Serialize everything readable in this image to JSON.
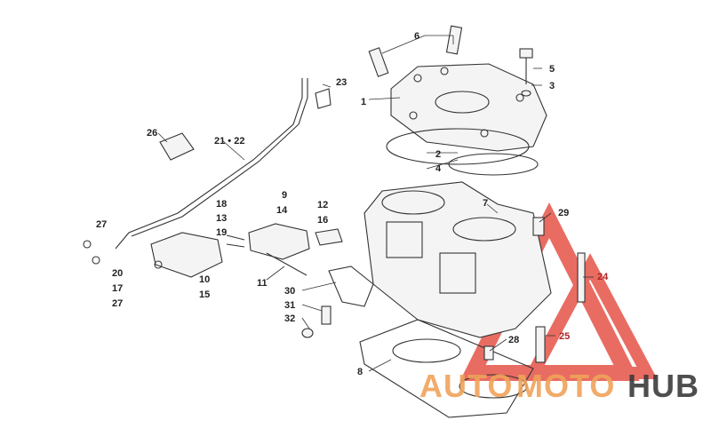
{
  "callouts": {
    "c1": "1",
    "c2": "2",
    "c3": "3",
    "c4": "4",
    "c5": "5",
    "c6": "6",
    "c7": "7",
    "c8": "8",
    "c9": "9",
    "c10": "10",
    "c11": "11",
    "c12": "12",
    "c13": "13",
    "c14": "14",
    "c15": "15",
    "c16": "16",
    "c17": "17",
    "c18": "18",
    "c19": "19",
    "c20": "20",
    "c21_22": "21 • 22",
    "c23": "23",
    "c24": "24",
    "c25": "25",
    "c26": "26",
    "c27a": "27",
    "c27b": "27",
    "c28": "28",
    "c29": "29",
    "c30": "30",
    "c31": "31",
    "c32": "32"
  },
  "watermark": {
    "auto": "AUTO",
    "moto": "MOTO",
    "hub": "HUB"
  },
  "colors": {
    "accent_red": "#e23b2e",
    "watermark_orange": "#f0a35a",
    "watermark_gray": "#3b3b3b",
    "callout_red": "#b22222"
  }
}
